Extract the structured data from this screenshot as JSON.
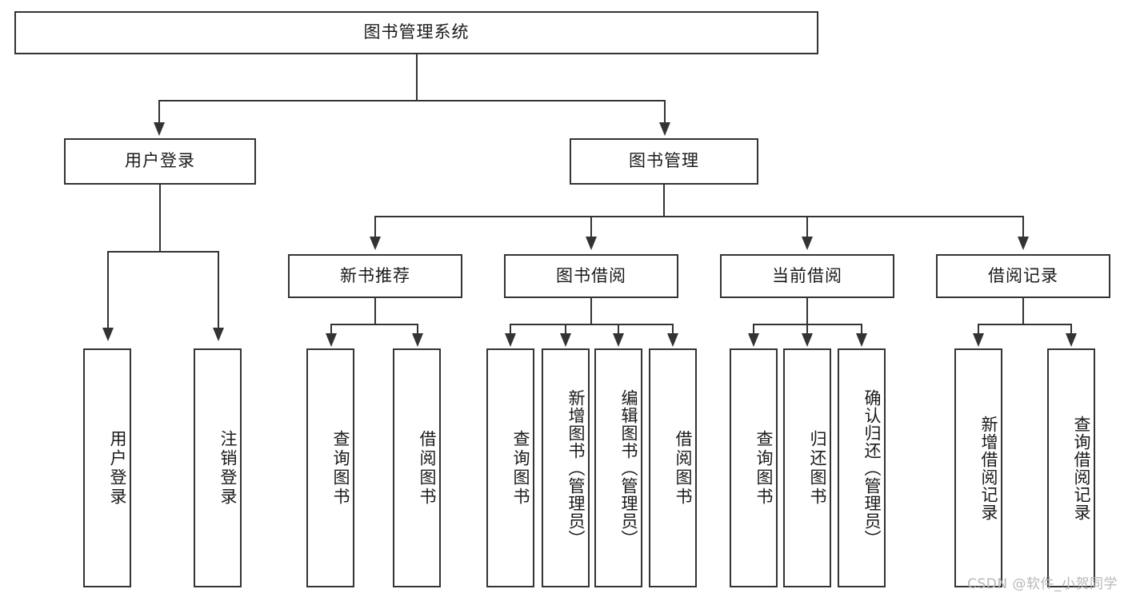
{
  "diagram": {
    "title": "图书管理系统",
    "type": "hierarchy-tree",
    "root": {
      "label": "图书管理系统"
    },
    "level2": [
      {
        "id": "user-login",
        "label": "用户登录"
      },
      {
        "id": "book-manage",
        "label": "图书管理"
      }
    ],
    "level3": [
      {
        "id": "new-book-recommend",
        "label": "新书推荐"
      },
      {
        "id": "book-borrow",
        "label": "图书借阅"
      },
      {
        "id": "current-borrow",
        "label": "当前借阅"
      },
      {
        "id": "borrow-record",
        "label": "借阅记录"
      }
    ],
    "leaves": {
      "user_login": [
        {
          "id": "leaf-user-login",
          "label": "用户登录"
        },
        {
          "id": "leaf-user-logout",
          "label": "注销登录"
        }
      ],
      "new_book_recommend": [
        {
          "id": "leaf-query-book-1",
          "label": "查询图书"
        },
        {
          "id": "leaf-borrow-book-1",
          "label": "借阅图书"
        }
      ],
      "book_borrow": [
        {
          "id": "leaf-query-book-2",
          "label": "查询图书"
        },
        {
          "id": "leaf-add-book",
          "label": "新增图书（管理员）"
        },
        {
          "id": "leaf-edit-book",
          "label": "编辑图书（管理员）"
        },
        {
          "id": "leaf-borrow-book-2",
          "label": "借阅图书"
        }
      ],
      "current_borrow": [
        {
          "id": "leaf-query-book-3",
          "label": "查询图书"
        },
        {
          "id": "leaf-return-book",
          "label": "归还图书"
        },
        {
          "id": "leaf-confirm-return",
          "label": "确认归还（管理员）"
        }
      ],
      "borrow_record": [
        {
          "id": "leaf-add-record",
          "label": "新增借阅记录"
        },
        {
          "id": "leaf-query-record",
          "label": "查询借阅记录"
        }
      ]
    }
  },
  "watermark": {
    "text": "CSDN @软件_小贺同学"
  },
  "colors": {
    "stroke": "#333333",
    "background": "#ffffff",
    "text": "#1a1a1a",
    "watermark": "#b8b8b8"
  }
}
